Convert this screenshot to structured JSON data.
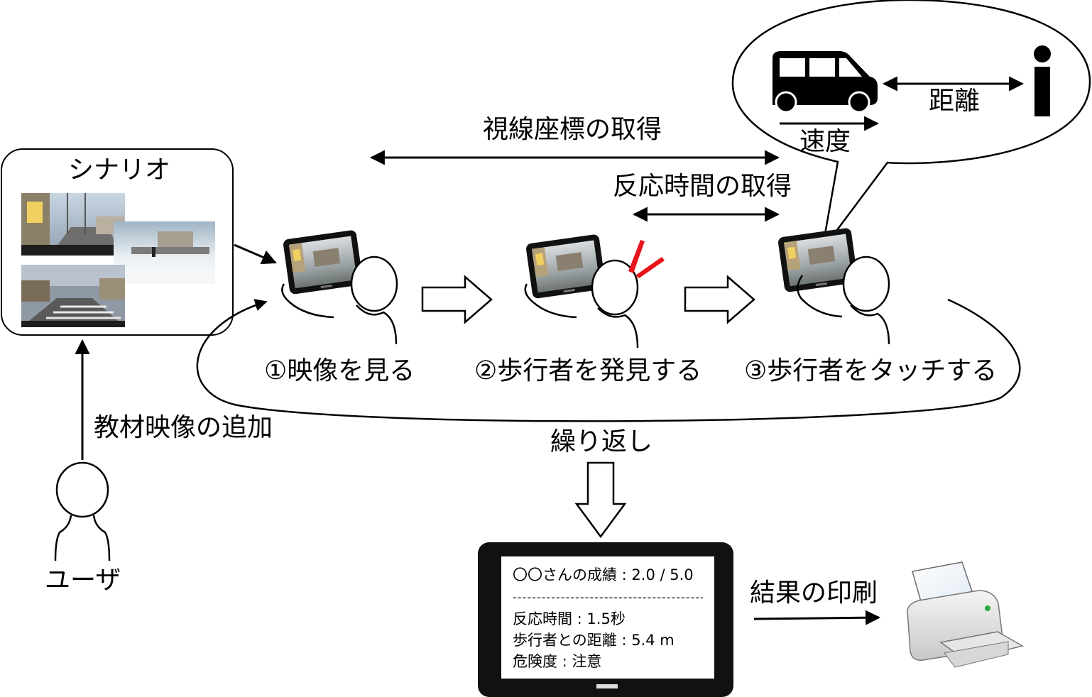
{
  "scenario": {
    "title": "シナリオ"
  },
  "labels": {
    "gaze": "視線座標の取得",
    "reaction": "反応時間の取得",
    "distance": "距離",
    "speed": "速度",
    "add_video": "教材映像の追加",
    "user": "ユーザ",
    "repeat": "繰り返し",
    "print": "結果の印刷"
  },
  "steps": [
    {
      "label": "①映像を見る"
    },
    {
      "label": "②歩行者を発見する"
    },
    {
      "label": "③歩行者をタッチする"
    }
  ],
  "result": {
    "score_line": "〇〇さんの成績 : 2.0 / 5.0",
    "divider": "------------------------------------------------",
    "reaction_line": "反応時間 : 1.5秒",
    "distance_line": "歩行者との距離 : 5.4 m",
    "risk_line": "危険度 : 注意"
  },
  "icons": {
    "car": "car-icon",
    "pedestrian": "pedestrian-icon",
    "printer": "printer-icon",
    "user": "user-icon",
    "tablet": "tablet-icon"
  }
}
